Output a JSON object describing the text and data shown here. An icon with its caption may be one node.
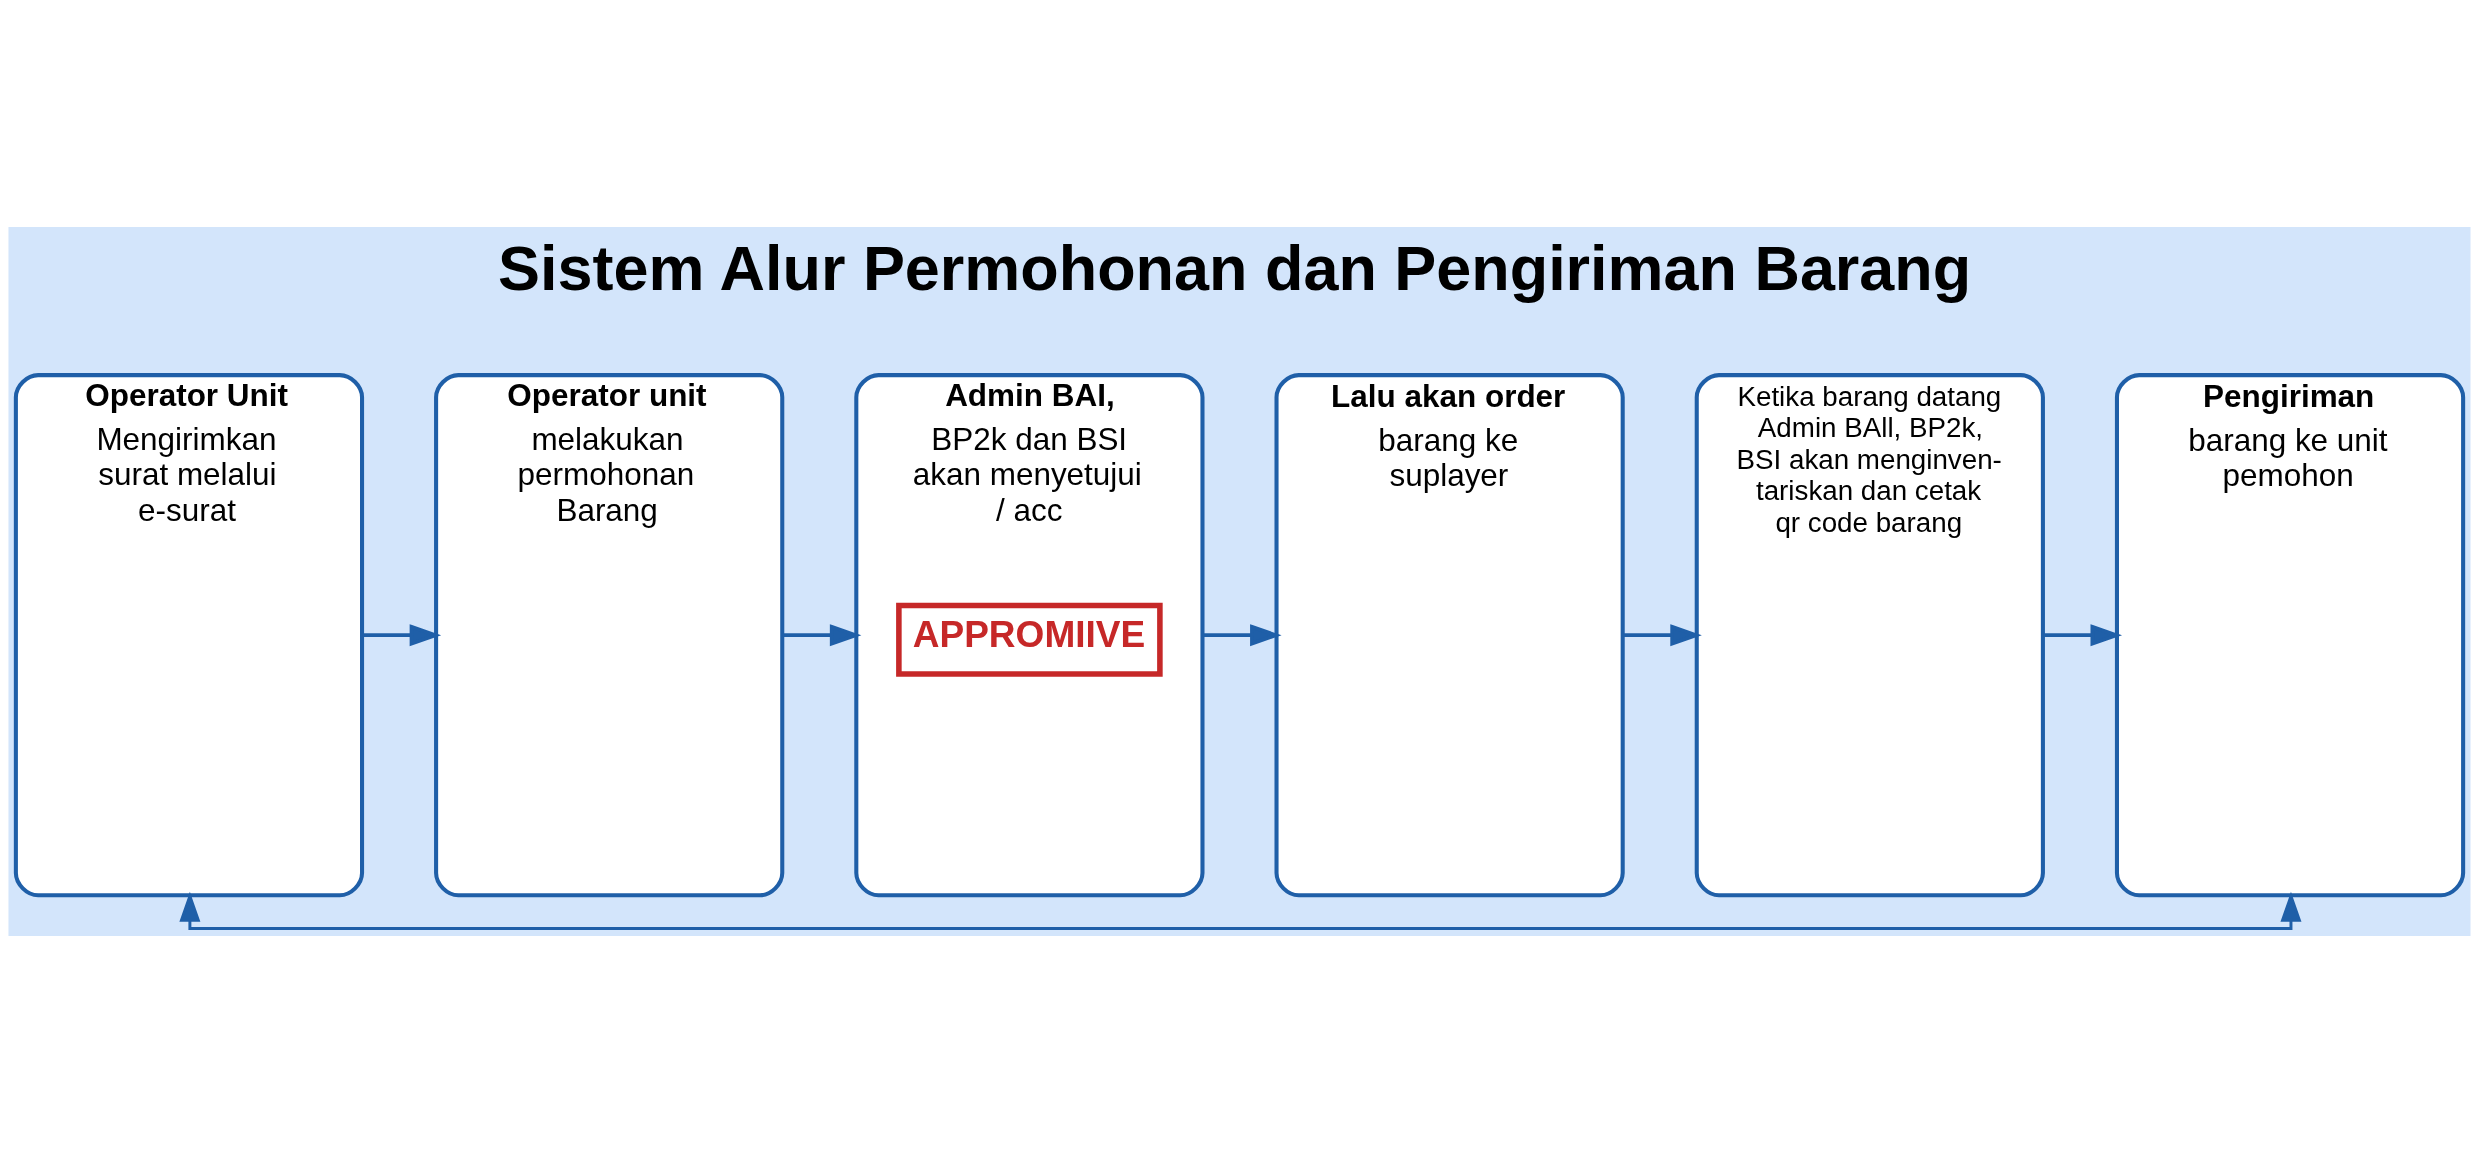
{
  "diagram": {
    "title": "Sistem Alur Permohonan dan Pengiriman Barang",
    "nodes": [
      {
        "text": [
          "Operator Unit",
          "Mengirimkan surat melalui e-surat"
        ]
      },
      {
        "text": [
          "Operator unit",
          "melakukan permohonan Barang"
        ]
      },
      {
        "text": [
          "Admin BAI,",
          "BP2k dan BSI akan menyetujui / acc",
          "APPROMIIVE"
        ]
      },
      {
        "text": [
          "Lalu akan order",
          "barang ke suplayer"
        ]
      },
      {
        "text": [
          "Ketika barang datang Admin BAll, BP2k, BSI akan menginven- tariskan dan cetak qr code barang"
        ]
      },
      {
        "text": [
          "Pengiriman",
          "barang ke unit pemohon"
        ]
      }
    ],
    "edges": [
      {
        "from": 0,
        "to": 1,
        "arrow": "to"
      },
      {
        "from": 1,
        "to": 2,
        "arrow": "to"
      },
      {
        "from": 2,
        "to": 3,
        "arrow": "to"
      },
      {
        "from": 3,
        "to": 4,
        "arrow": "to"
      },
      {
        "from": 4,
        "to": 5,
        "arrow": "to"
      },
      {
        "from": 5,
        "to": 0,
        "arrow": "both"
      }
    ]
  }
}
